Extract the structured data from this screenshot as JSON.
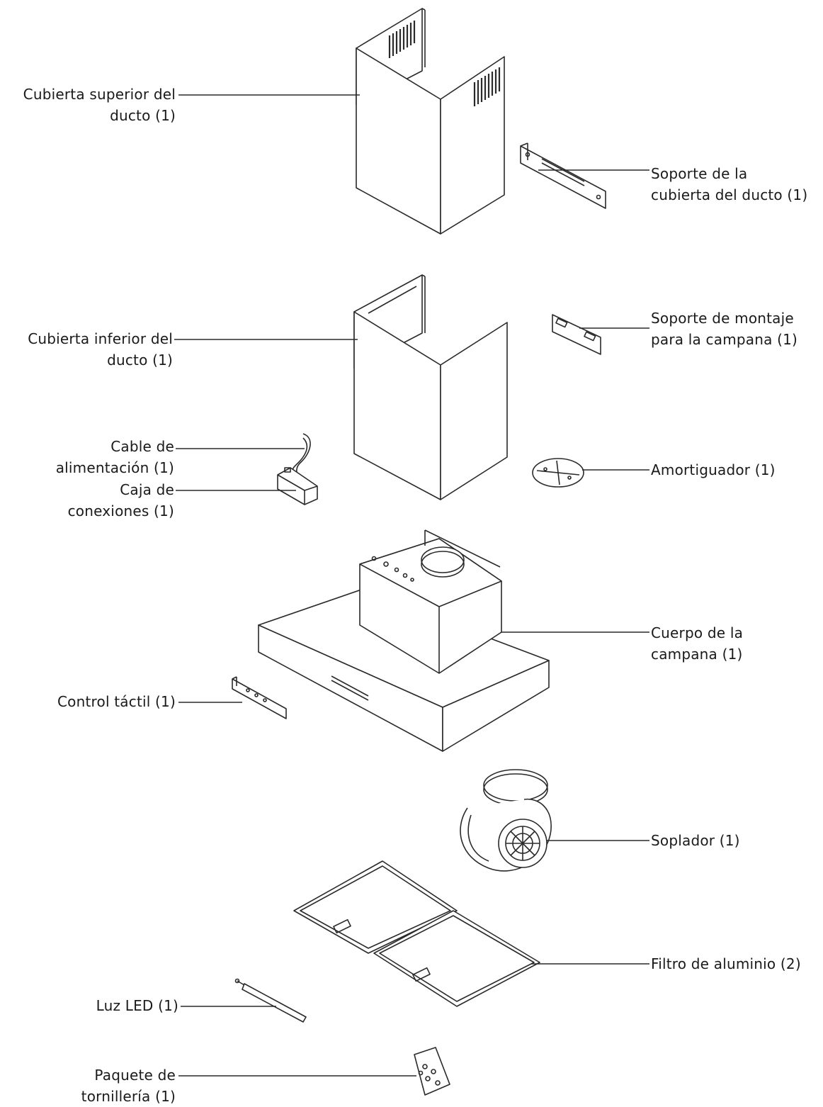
{
  "labels": {
    "upper_duct_cover": [
      "Cubierta superior del",
      "ducto (1)"
    ],
    "duct_cover_bracket": [
      "Soporte de la",
      "cubierta del ducto (1)"
    ],
    "lower_duct_cover": [
      "Cubierta inferior del",
      "ducto (1)"
    ],
    "hood_mount_bracket": [
      "Soporte de montaje",
      "para la campana (1)"
    ],
    "power_cable": [
      "Cable de",
      "alimentación (1)"
    ],
    "junction_box": [
      "Caja de",
      "conexiones (1)"
    ],
    "damper": [
      "Amortiguador (1)"
    ],
    "hood_body": [
      "Cuerpo de la",
      "campana (1)"
    ],
    "touch_control": [
      "Control táctil (1)"
    ],
    "blower": [
      "Soplador (1)"
    ],
    "aluminum_filter": [
      "Filtro de aluminio (2)"
    ],
    "led_light": [
      "Luz LED (1)"
    ],
    "hardware_pack": [
      "Paquete de",
      "tornillería (1)"
    ]
  },
  "colors": {
    "line": "#2a2a2a",
    "text": "#1a1a1a",
    "background": "#ffffff"
  }
}
